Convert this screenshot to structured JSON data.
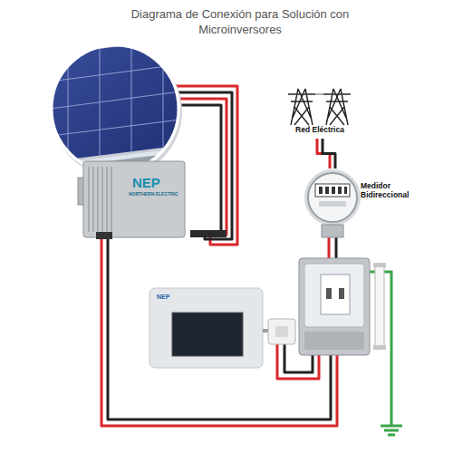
{
  "diagram": {
    "title": "Diagrama de Conexión para Solución con Microinversores",
    "nodes": [
      {
        "text": [
          "Red Eléctrica"
        ]
      },
      {
        "text": [
          "Medidor Bidireccional"
        ]
      },
      {
        "text": [
          "NEP",
          "NORTHERN ELECTRIC"
        ]
      },
      {
        "text": [
          "NEP"
        ]
      }
    ],
    "edges": [
      {
        "from": 0,
        "to": 1,
        "arrow": "none"
      }
    ]
  }
}
